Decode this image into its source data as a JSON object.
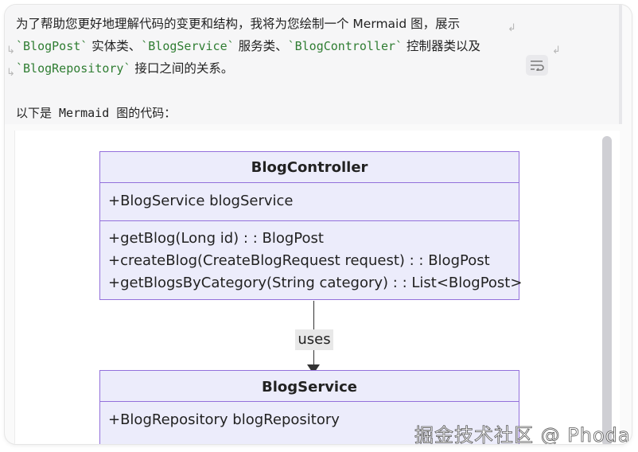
{
  "message": {
    "line1": "为了帮助您更好地理解代码的变更和结构，我将为您绘制一个 Mermaid 图，展示",
    "line2_parts": [
      "`BlogPost`",
      " 实体类、",
      "`BlogService`",
      " 服务类、",
      "`BlogController`",
      " 控制器类以及"
    ],
    "line3_parts": [
      "`BlogRepository`",
      " 接口之间的关系。"
    ],
    "line4": "以下是 Mermaid 图的代码："
  },
  "diagram": {
    "controller": {
      "name": "BlogController",
      "attributes": [
        "+BlogService blogService"
      ],
      "methods": [
        "+getBlog(Long id) : : BlogPost",
        "+createBlog(CreateBlogRequest request) : : BlogPost",
        "+getBlogsByCategory(String category) : : List<BlogPost>"
      ]
    },
    "relation_label": "uses",
    "service": {
      "name": "BlogService",
      "attributes": [
        "+BlogRepository blogRepository"
      ]
    }
  },
  "watermark": "掘金技术社区 @ Phodal",
  "icons": {
    "wrap": "wrap-icon",
    "wrap_mark": "wrap-mark-icon"
  },
  "colors": {
    "class_fill": "#ececfb",
    "class_border": "#9370db",
    "code_text": "#2f7d32"
  }
}
